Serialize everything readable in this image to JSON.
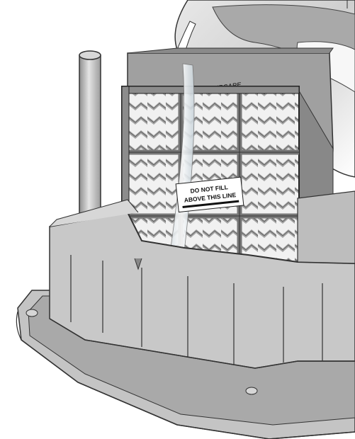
{
  "warning_label": {
    "line1": "DO NOT FILL",
    "line2": "ABOVE THIS LINE"
  },
  "brand": "AIRCARE",
  "colors": {
    "filter_frame": "#8c8c8c",
    "chevron_light": "#e6e6e6",
    "chevron_dark": "#9a9a9a",
    "base_gray": "#b7b7b7",
    "water": "#d9e4ea"
  }
}
